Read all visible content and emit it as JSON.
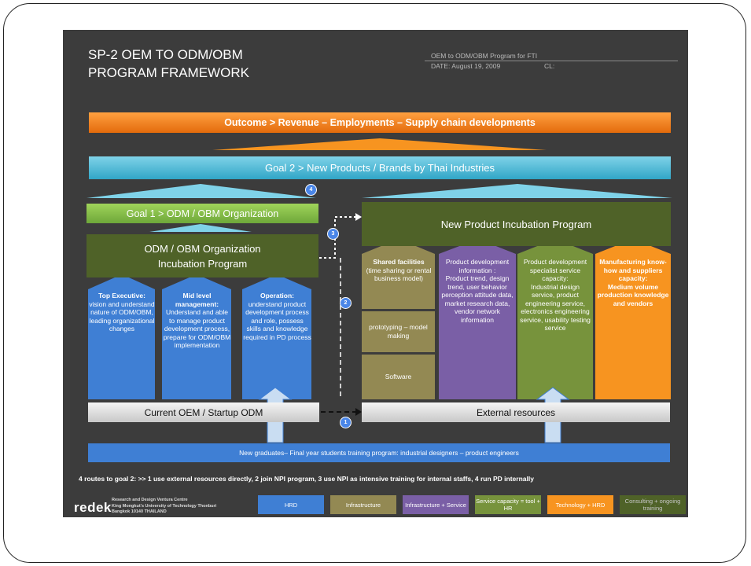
{
  "header": {
    "title_line1": "SP-2 OEM  TO ODM/OBM",
    "title_line2": "PROGRAM FRAMEWORK",
    "meta_program": "OEM to ODM/OBM Program for FTI",
    "meta_date": "DATE: August 19, 2009",
    "meta_cl": "CL:"
  },
  "bars": {
    "outcome": "Outcome > Revenue – Employments – Supply chain developments",
    "goal2": "Goal 2 > New Products / Brands by Thai Industries",
    "goal1": "Goal 1 > ODM / OBM Organization",
    "odm_line1": "ODM / OBM Organization",
    "odm_line2": "Incubation Program",
    "npi": "New Product Incubation Program",
    "current": "Current OEM / Startup ODM",
    "external": "External resources",
    "graduates": "New graduates– Final year students training program: industrial designers – product engineers"
  },
  "hrd_columns": [
    {
      "heading": "Top Executive:",
      "body": "vision and understand nature of ODM/OBM, leading organizational changes"
    },
    {
      "heading": "Mid level management:",
      "body": "Understand and able to manage product development process, prepare for ODM/OBM implementation"
    },
    {
      "heading": "Operation:",
      "body": "understand product development process and role, possess skills and knowledge required in PD process"
    }
  ],
  "infra_boxes": [
    {
      "heading": "Shared facilities",
      "body": "(time sharing or rental business model)"
    },
    {
      "heading": "",
      "body": "prototyping – model making"
    },
    {
      "heading": "",
      "body": "Software"
    }
  ],
  "resource_columns": [
    {
      "heading": "Product development information :",
      "body": "Product trend, design trend, user behavior perception attitude data, market research data, vendor network information"
    },
    {
      "heading": "Product development specialist service capacity:",
      "body": "Industrial design service, product engineering service, electronics engineering service, usability testing service"
    },
    {
      "heading": "Manufacturing know-how and suppliers capacity:",
      "body": "Medium volume production knowledge and vendors"
    }
  ],
  "routes_note": "4 routes to goal 2: >> 1 use external resources directly, 2 join NPI program, 3 use NPI as intensive training for internal staffs, 4 run PD internally",
  "route_numbers": [
    "1",
    "2",
    "3",
    "4"
  ],
  "legend": [
    {
      "label": "HRD",
      "color": "#3f7fd4"
    },
    {
      "label": "Infrastructure",
      "color": "#938953"
    },
    {
      "label": "Infrastructure + Service",
      "color": "#7a5fa6"
    },
    {
      "label": "Service capacity = tool + HR",
      "color": "#77933c"
    },
    {
      "label": "Technology + HRD",
      "color": "#f79420"
    },
    {
      "label": "Consulting + ongoing training",
      "color": "#4f6228"
    }
  ],
  "footer": {
    "logo": "redek",
    "org_line1": "Research and Design Ventura Centre",
    "org_line2": "King Mongkut's University of Technology Thonburi",
    "org_line3": "Bangkok 10140 THAILAND"
  },
  "colors": {
    "slide_bg": "#3c3c3c",
    "hrd": "#3f7fd4",
    "infrastructure": "#938953",
    "purple": "#7a5fa6",
    "green": "#77933c",
    "orange": "#f79420",
    "dark_green": "#4f6228"
  }
}
